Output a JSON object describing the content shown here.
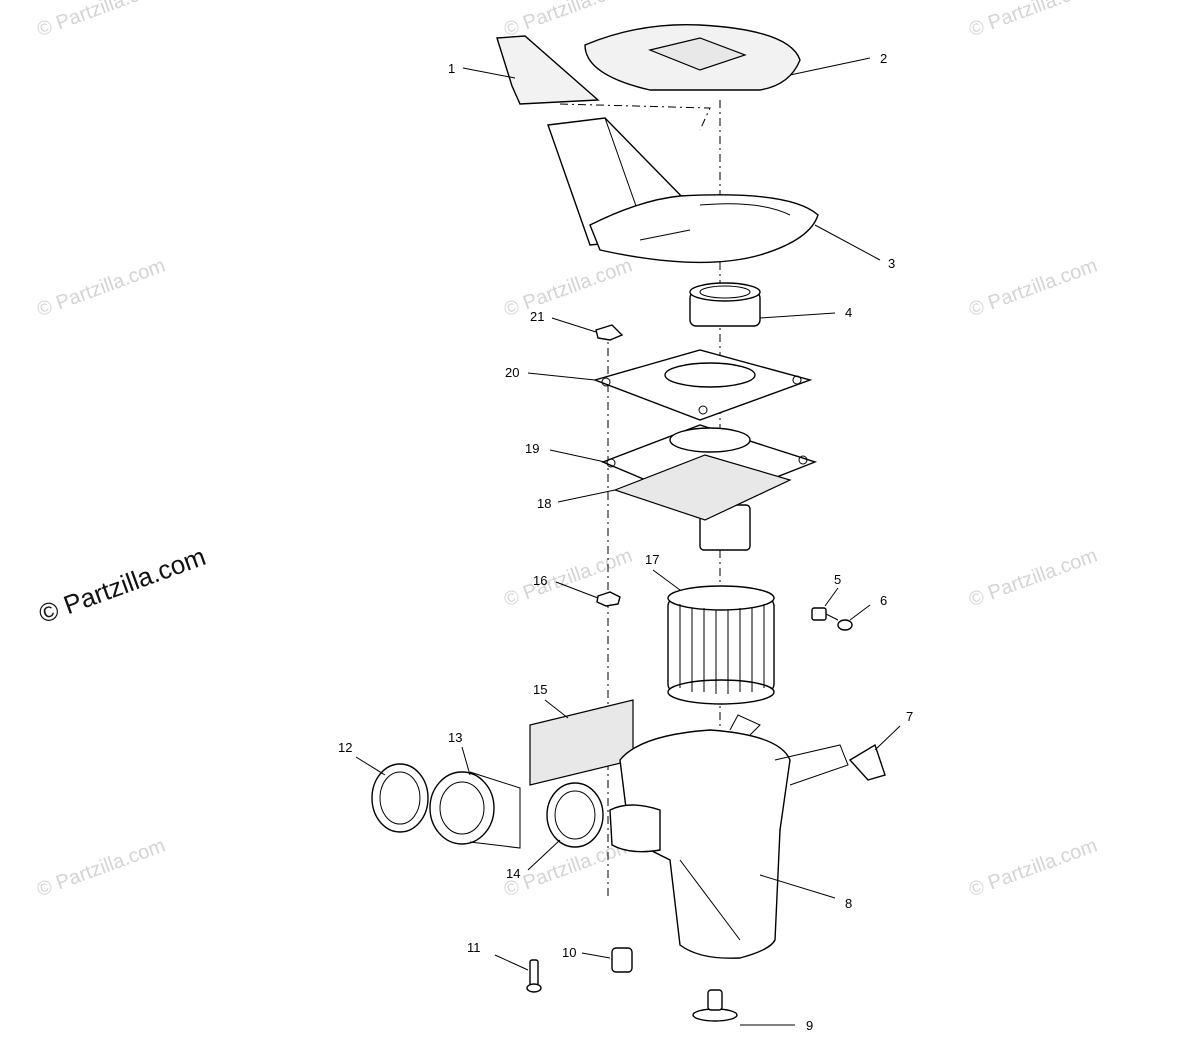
{
  "watermarks": [
    "© Partzilla.com",
    "© Partzilla.com",
    "© Partzilla.com",
    "© Partzilla.com",
    "© Partzilla.com",
    "© Partzilla.com",
    "© Partzilla.com",
    "© Partzilla.com",
    "© Partzilla.com",
    "© Partzilla.com",
    "© Partzilla.com",
    "© Partzilla.com"
  ],
  "watermark_main": "© Partzilla.com",
  "callouts": [
    "1",
    "2",
    "3",
    "4",
    "5",
    "6",
    "7",
    "8",
    "9",
    "10",
    "11",
    "12",
    "13",
    "14",
    "15",
    "16",
    "17",
    "18",
    "19",
    "20",
    "21"
  ]
}
